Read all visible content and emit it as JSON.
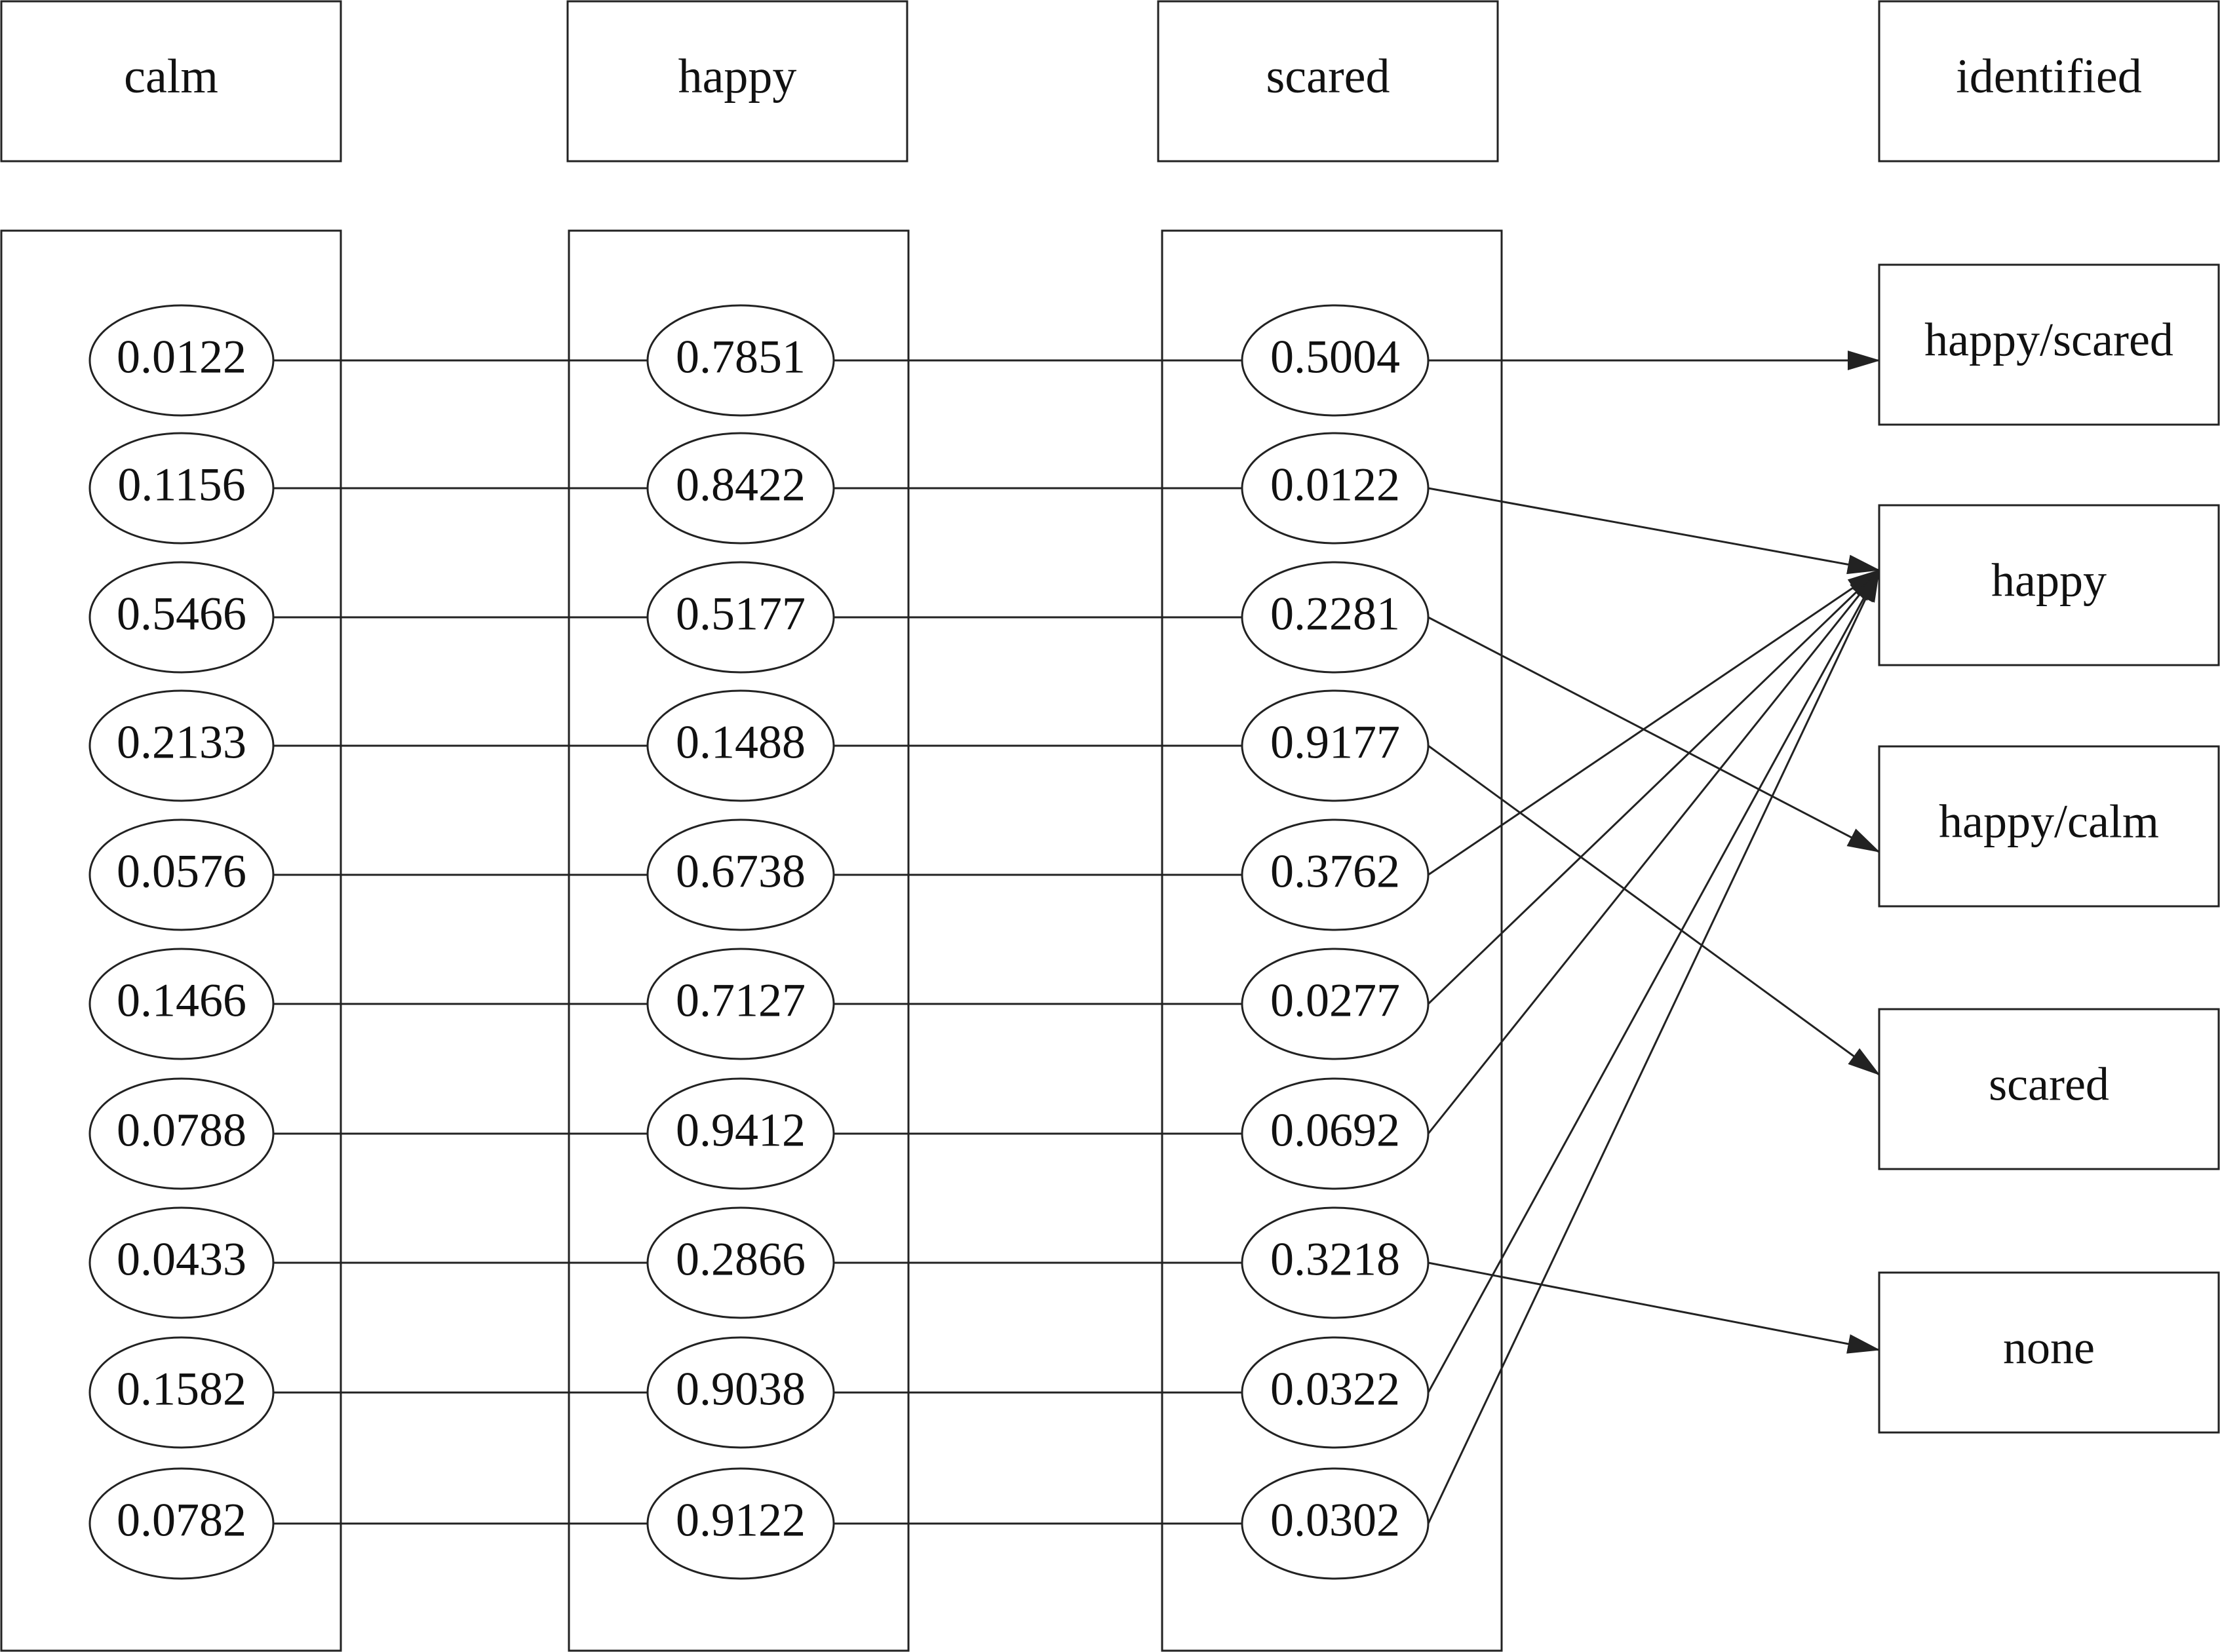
{
  "headers": {
    "calm": "calm",
    "happy": "happy",
    "scared": "scared",
    "identified": "identified"
  },
  "rows": [
    {
      "calm": "0.0122",
      "happy": "0.7851",
      "scared": "0.5004",
      "result": "happy/scared"
    },
    {
      "calm": "0.1156",
      "happy": "0.8422",
      "scared": "0.0122",
      "result": "happy"
    },
    {
      "calm": "0.5466",
      "happy": "0.5177",
      "scared": "0.2281",
      "result": "happy/calm"
    },
    {
      "calm": "0.2133",
      "happy": "0.1488",
      "scared": "0.9177",
      "result": "scared"
    },
    {
      "calm": "0.0576",
      "happy": "0.6738",
      "scared": "0.3762",
      "result": "happy"
    },
    {
      "calm": "0.1466",
      "happy": "0.7127",
      "scared": "0.0277",
      "result": "happy"
    },
    {
      "calm": "0.0788",
      "happy": "0.9412",
      "scared": "0.0692",
      "result": "happy"
    },
    {
      "calm": "0.0433",
      "happy": "0.2866",
      "scared": "0.3218",
      "result": "none"
    },
    {
      "calm": "0.1582",
      "happy": "0.9038",
      "scared": "0.0322",
      "result": "happy"
    },
    {
      "calm": "0.0782",
      "happy": "0.9122",
      "scared": "0.0302",
      "result": "happy"
    }
  ],
  "results": [
    "happy/scared",
    "happy",
    "happy/calm",
    "scared",
    "none"
  ]
}
